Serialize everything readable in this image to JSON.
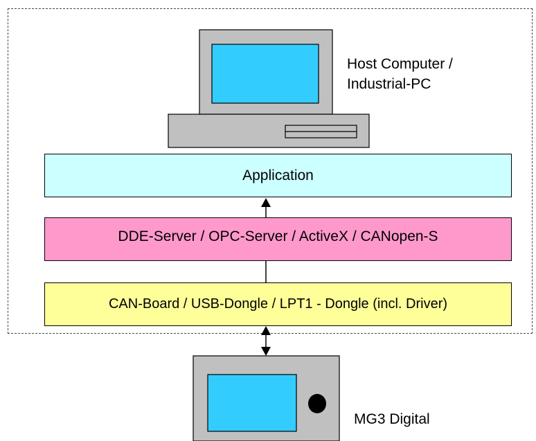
{
  "diagram": {
    "host_label_line1": "Host Computer /",
    "host_label_line2": "Industrial-PC",
    "application_label": "Application",
    "server_label": "DDE-Server / OPC-Server / ActiveX / CANopen-S",
    "interface_label": "CAN-Board / USB-Dongle / LPT1 - Dongle (incl. Driver)",
    "device_label": "MG3 Digital"
  },
  "colors": {
    "screen": "#33ccff",
    "case": "#c0c0c0",
    "application": "#ccffff",
    "server": "#ff99cc",
    "interface": "#ffff99"
  }
}
